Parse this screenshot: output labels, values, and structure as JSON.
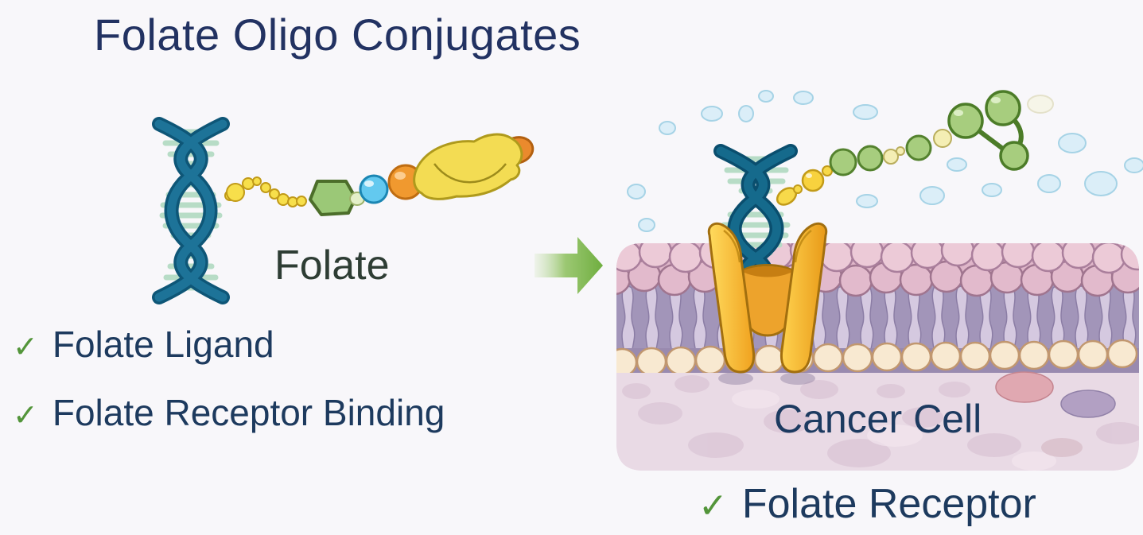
{
  "title": "Folate Oligo Conjugates",
  "left_panel": {
    "molecule_label": "Folate",
    "checklist": [
      {
        "check": "✓",
        "label": "Folate Ligand"
      },
      {
        "check": "✓",
        "label": "Folate Receptor Binding"
      }
    ]
  },
  "right_panel": {
    "cell_label": "Cancer Cell",
    "checklist": [
      {
        "check": "✓",
        "label": "Folate Receptor"
      }
    ]
  },
  "colors": {
    "background": "#f8f7fa",
    "title_text": "#223262",
    "checklist_text": "#1d3a5e",
    "checkmark_green": "#53953a",
    "folate_label_text": "#2e3d34",
    "cancer_cell_text": "#1c3a60",
    "dna_strand_teal": "#14638b",
    "dna_rung_mint": "#b7dcc6",
    "arrow_green": "#6fae3f",
    "receptor_gold": "#f8c238",
    "membrane_head_pink": "#eccad7",
    "membrane_head_cream": "#f8e9d1",
    "membrane_tail_lavender": "#d5c9e0",
    "cell_interior": "#e9dae5",
    "bubble_blue": "#dbeef8",
    "bead_yellow": "#f8d23e",
    "bead_green": "#a7cd7e",
    "bead_blue": "#63c9ef",
    "bead_orange": "#f0992f",
    "folate_body_yellow": "#f3dc53"
  }
}
